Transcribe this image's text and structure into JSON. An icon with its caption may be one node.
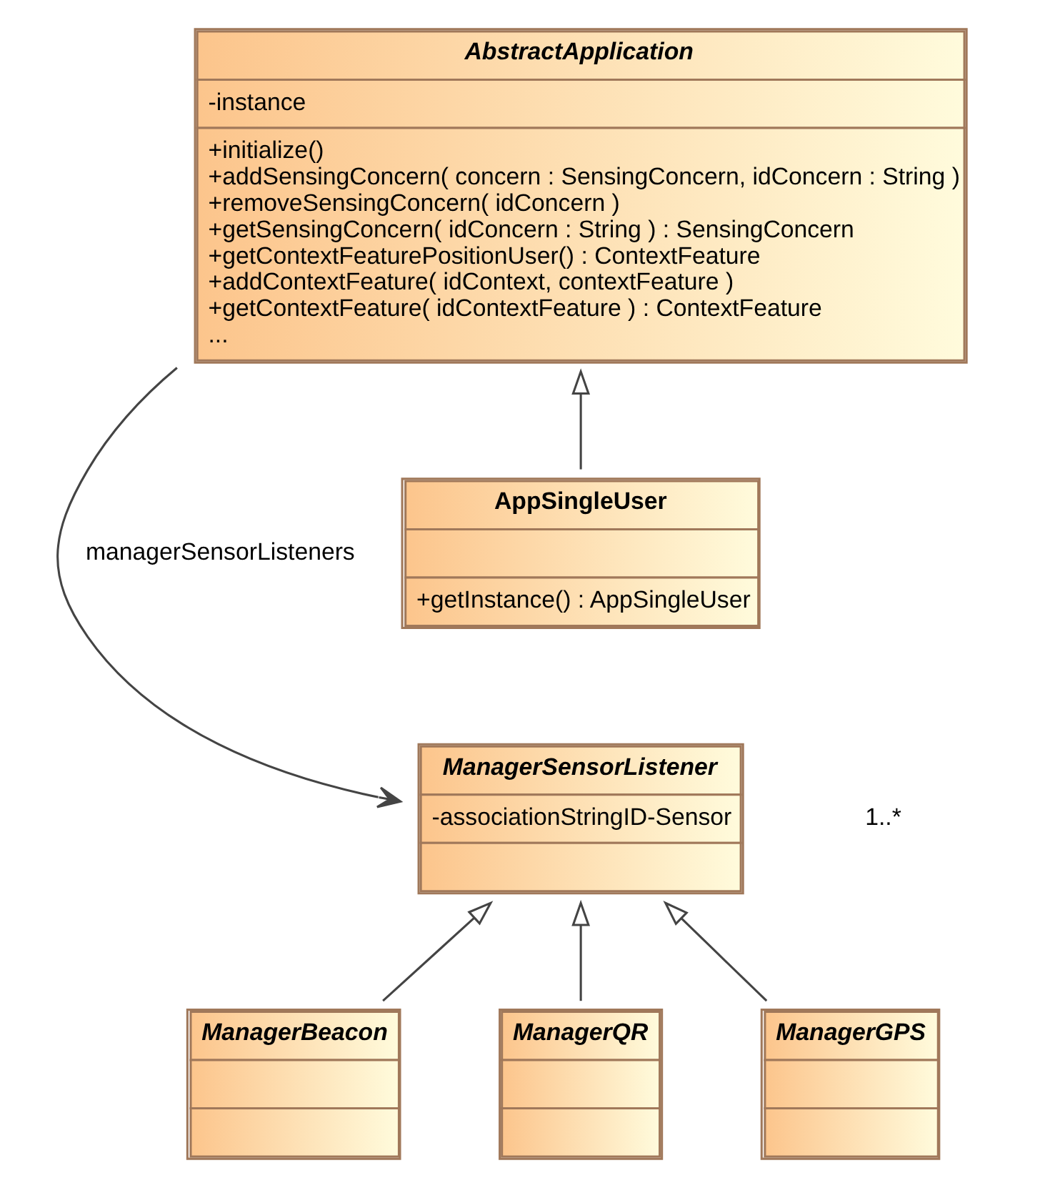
{
  "diagram": {
    "nodes": [
      {
        "text": [
          "AbstractApplication",
          "-instance",
          "+initialize()",
          "+addSensingConcern( concern : SensingConcern, idConcern : String )",
          "+removeSensingConcern( idConcern )",
          "+getSensingConcern( idConcern : String ) : SensingConcern",
          "+getContextFeaturePositionUser() : ContextFeature",
          "+addContextFeature( idContext, contextFeature )",
          "+getContextFeature( idContextFeature ) : ContextFeature",
          "..."
        ]
      },
      {
        "text": [
          "AppSingleUser",
          "+getInstance() : AppSingleUser"
        ]
      },
      {
        "text": [
          "ManagerSensorListener",
          "-associationStringID-Sensor"
        ]
      },
      {
        "text": [
          "ManagerBeacon"
        ]
      },
      {
        "text": [
          "ManagerQR"
        ]
      },
      {
        "text": [
          "ManagerGPS"
        ]
      }
    ],
    "edges": [
      {
        "from": 1,
        "to": 0,
        "arrow": "to"
      },
      {
        "from": 0,
        "to": 2,
        "arrow": "to",
        "label": "managerSensorListeners"
      },
      {
        "from": 3,
        "to": 2,
        "arrow": "to"
      },
      {
        "from": 4,
        "to": 2,
        "arrow": "to"
      },
      {
        "from": 5,
        "to": 2,
        "arrow": "to"
      }
    ],
    "labels": [
      "1..*"
    ]
  }
}
